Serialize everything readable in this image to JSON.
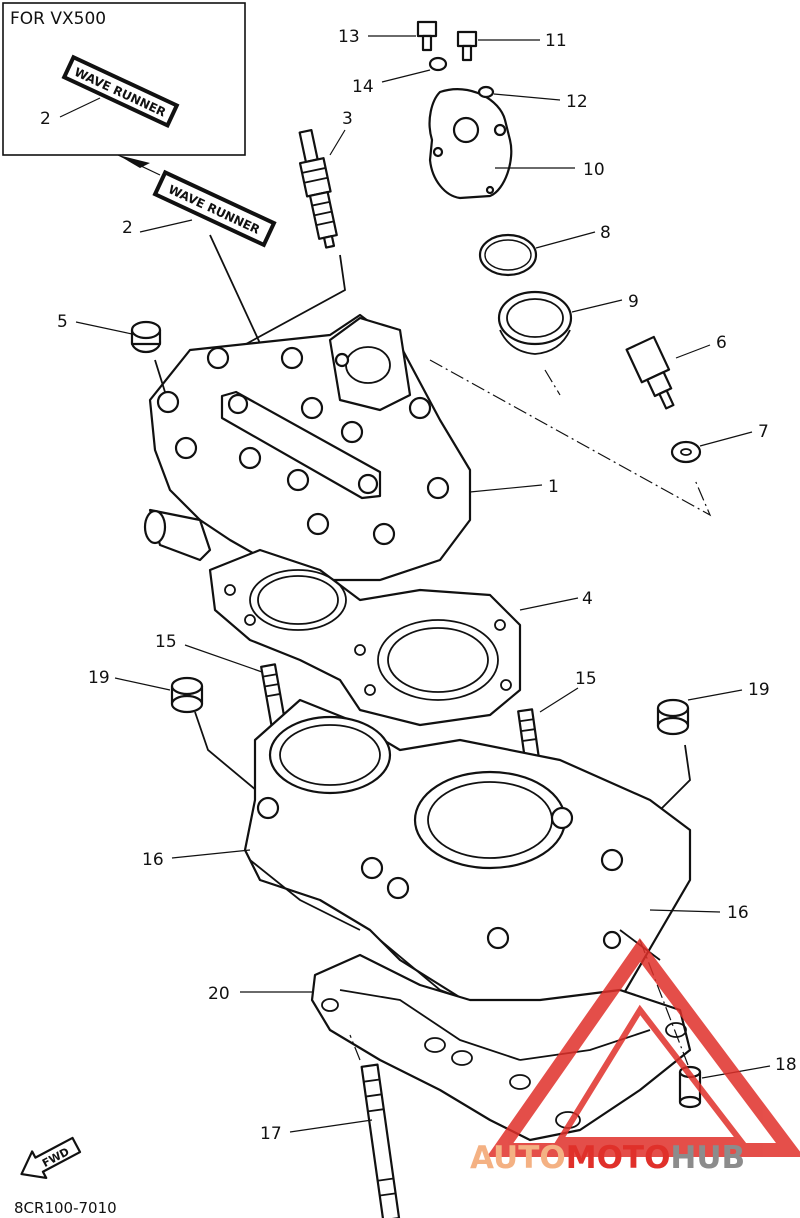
{
  "inset": {
    "title": "FOR VX500"
  },
  "decal_text": "WAVE RUNNER",
  "fwd_label": "FWD",
  "diagram_code": "8CR100-7010",
  "watermark": {
    "part1": "AUTO",
    "part2": "MOTO",
    "part3": "HUB",
    "color_orange": "#f4b183",
    "color_red": "#e0302a",
    "color_gray": "#8c8c8c"
  },
  "callouts": {
    "c1": "1",
    "c2a": "2",
    "c2b": "2",
    "c3": "3",
    "c4": "4",
    "c5": "5",
    "c6": "6",
    "c7": "7",
    "c8": "8",
    "c9": "9",
    "c10": "10",
    "c11": "11",
    "c12": "12",
    "c13": "13",
    "c14": "14",
    "c15a": "15",
    "c15b": "15",
    "c16a": "16",
    "c16b": "16",
    "c17": "17",
    "c18": "18",
    "c19a": "19",
    "c19b": "19",
    "c20": "20"
  }
}
